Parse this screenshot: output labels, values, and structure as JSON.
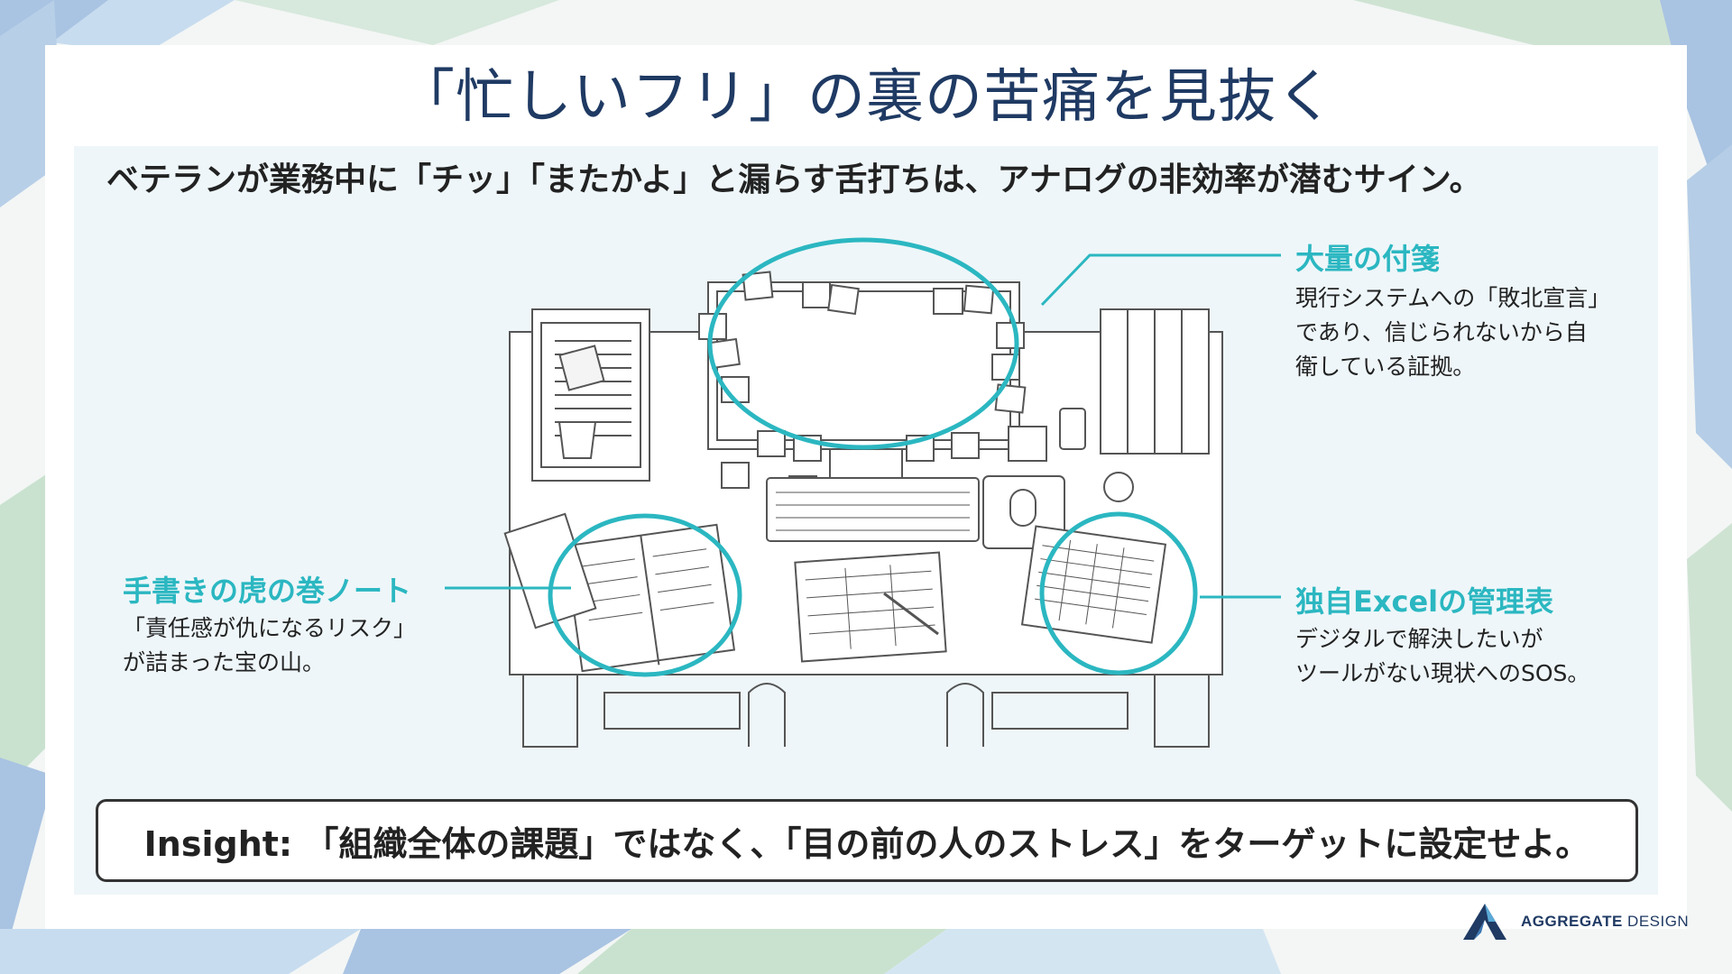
{
  "slide": {
    "title": "「忙しいフリ」の裏の苦痛を見抜く",
    "subtitle": "ベテランが業務中に「チッ」「またかよ」と漏らす舌打ちは、アナログの非効率が潜むサイン。"
  },
  "callouts": {
    "sticky": {
      "title": "大量の付箋",
      "lines": [
        "現行システムへの「敗北宣言」",
        "であり、信じられないから自",
        "衛している証拠。"
      ]
    },
    "notebook": {
      "title": "手書きの虎の巻ノート",
      "lines": [
        "「責任感が仇になるリスク」",
        "が詰まった宝の山。"
      ]
    },
    "excel": {
      "title": "独自Excelの管理表",
      "lines": [
        "デジタルで解決したいが",
        "ツールがない現状へのSOS。"
      ]
    }
  },
  "insight": {
    "text": "Insight: 「組織全体の課題」ではなく、「目の前の人のストレス」をターゲットに設定せよ。"
  },
  "logo": {
    "brand_bold": "AGGREGATE",
    "brand_light": " DESIGN"
  },
  "colors": {
    "title": "#1f3a63",
    "accent_teal": "#2bb7c1",
    "panel_bg": "#eef6f9",
    "bg_blue": "#a9c6e3",
    "bg_green": "#c9e2cf"
  },
  "icons": [
    "desk-illustration",
    "sticky-note-icon",
    "notebook-icon",
    "spreadsheet-icon",
    "logo-mark-icon"
  ]
}
